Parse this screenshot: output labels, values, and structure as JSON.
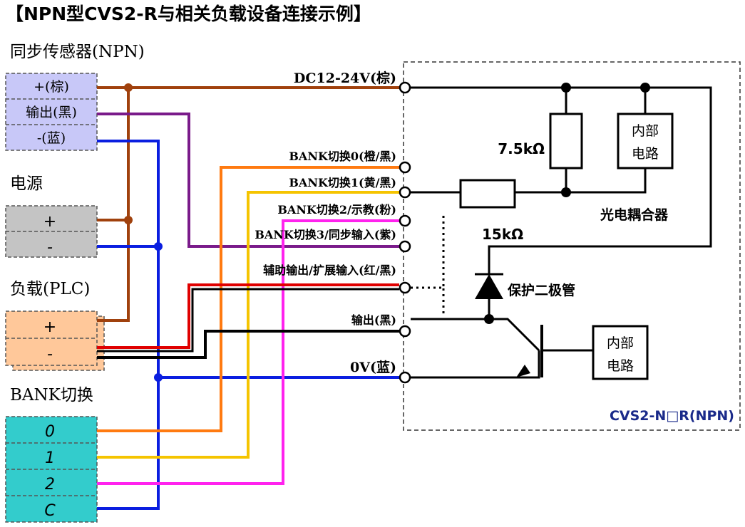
{
  "title": "【NPN型CVS2-R与相关负载设备连接示例】",
  "groups": {
    "sensor": {
      "label": "同步传感器(NPN)",
      "rows": [
        "+(棕)",
        "输出(黑)",
        "-(蓝)"
      ],
      "color": "#c8c8f8"
    },
    "power": {
      "label": "电源",
      "rows": [
        "+",
        "-"
      ],
      "color": "#c4c4c4"
    },
    "load": {
      "label": "负载(PLC)",
      "rows": [
        "+",
        "-"
      ],
      "color": "#ffc89a"
    },
    "bank": {
      "label": "BANK切换",
      "rows": [
        "0",
        "1",
        "2",
        "C"
      ],
      "color": "#33cccc"
    }
  },
  "terminals": [
    "DC12-24V(棕)",
    "BANK切换0(橙/黑)",
    "BANK切换1(黄/黑)",
    "BANK切换2/示教(粉)",
    "BANK切换3/同步输入(紫)",
    "辅助输出/扩展输入(红/黑)",
    "输出(黑)",
    "0V(蓝)"
  ],
  "components": {
    "resistor_top": "7.5kΩ",
    "resistor_bottom": "15kΩ",
    "internal_circuit_top": [
      "内部",
      "电路"
    ],
    "internal_circuit_bottom": [
      "内部",
      "电路"
    ],
    "optocoupler": "光电耦合器",
    "diode": "保护二极管",
    "model": "CVS2-N□R(NPN)"
  },
  "wire_colors": {
    "brown": "#a0410d",
    "purple": "#7a1a8a",
    "blue": "#0a1ee0",
    "orange": "#ff7a10",
    "yellow": "#f5c400",
    "pink": "#ff22ee",
    "red": "#e00000",
    "black": "#000000"
  }
}
